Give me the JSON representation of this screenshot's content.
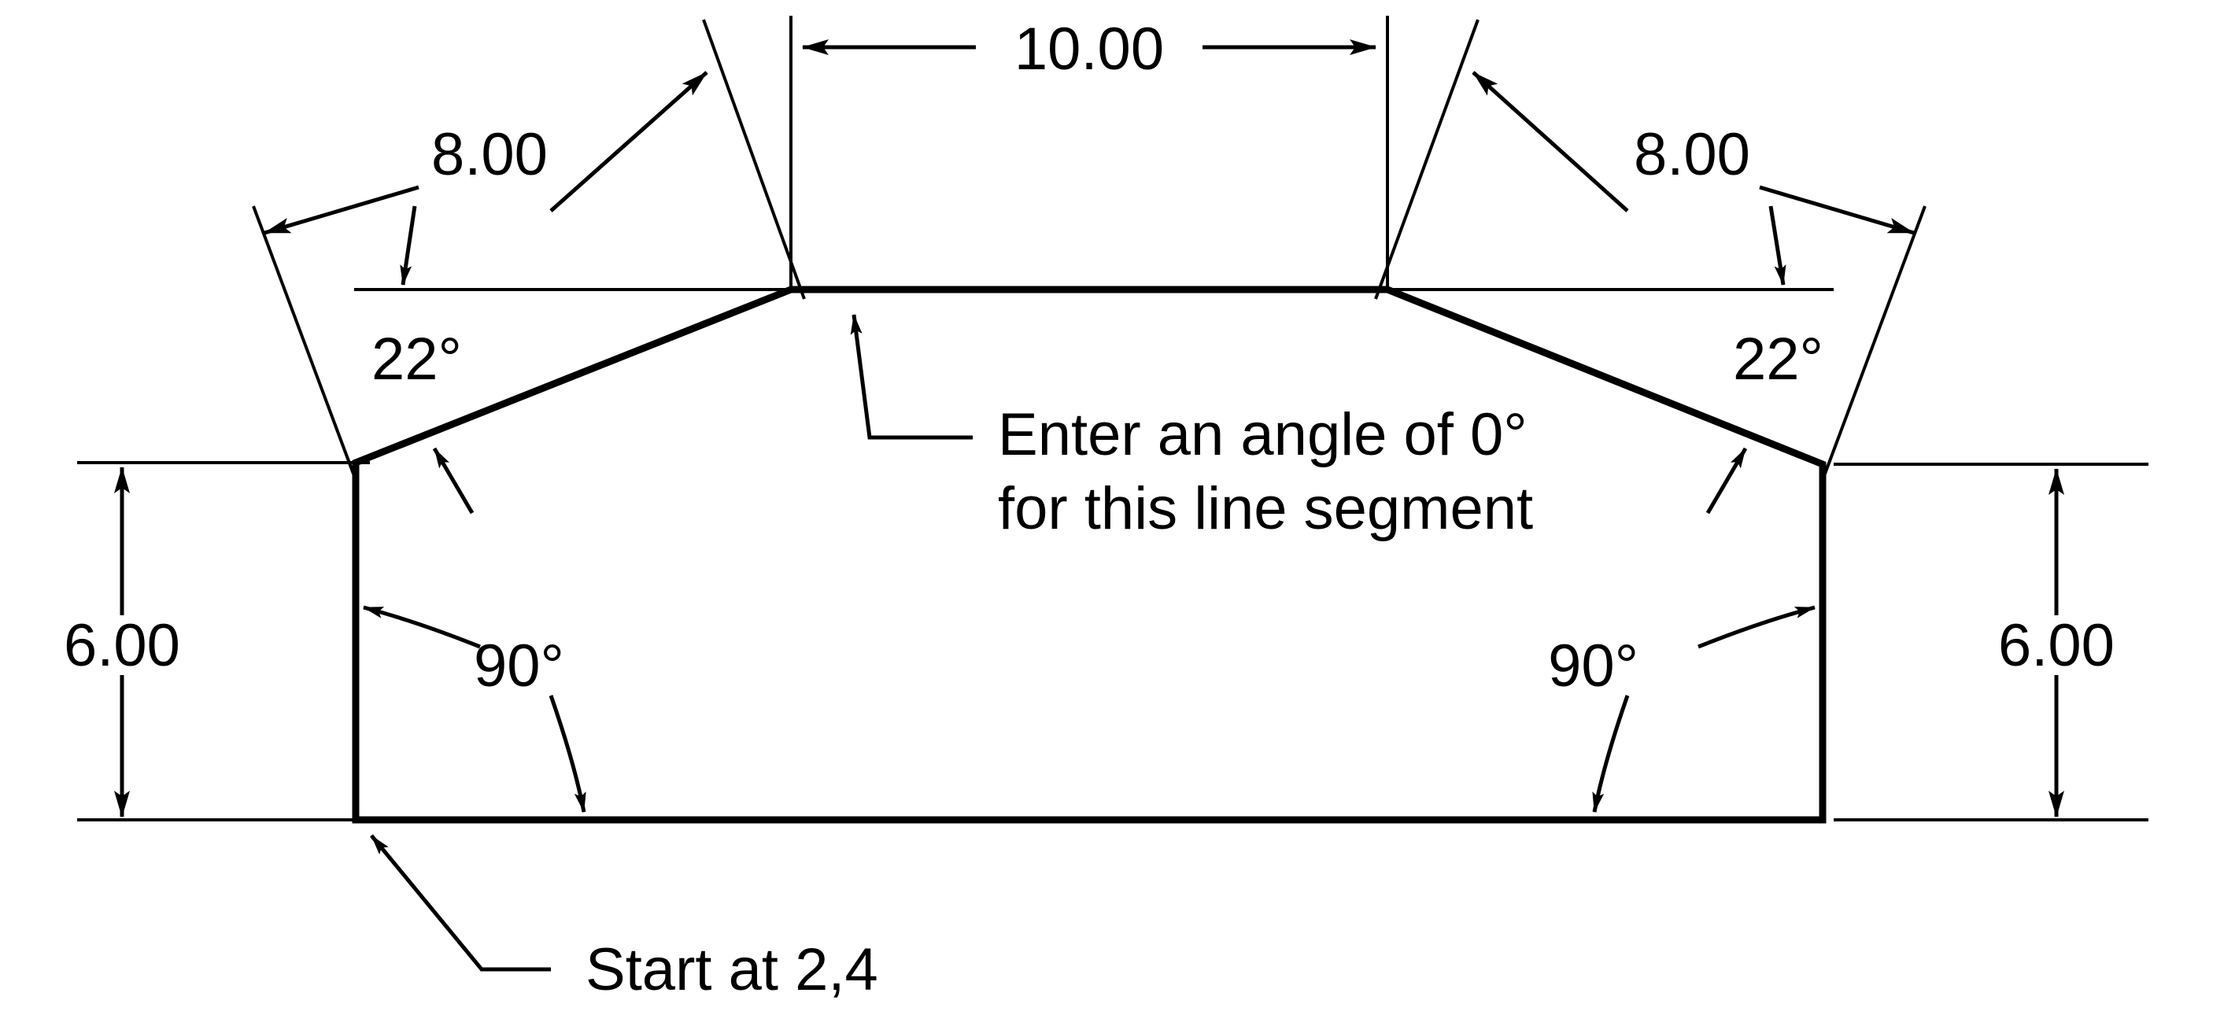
{
  "drawing": {
    "title": "Polygon profile with dimensions",
    "line_color": "#000000",
    "background_color": "#ffffff",
    "profile_stroke_width": 9,
    "annotation_stroke_width": 4
  },
  "dimensions": {
    "top_width": "10.00",
    "left_slope": "8.00",
    "right_slope": "8.00",
    "left_height": "6.00",
    "right_height": "6.00"
  },
  "angles": {
    "left_slope_angle": "22°",
    "right_slope_angle": "22°",
    "left_corner_angle": "90°",
    "right_corner_angle": "90°"
  },
  "notes": {
    "segment_note_line1": "Enter an angle of 0°",
    "segment_note_line2": "for this line segment",
    "start_note": "Start at 2,4"
  },
  "chart_data": {
    "type": "diagram",
    "title": "Polygon profile with dimensions",
    "profile_vertices": [
      {
        "name": "start-bottom-left",
        "x": 2,
        "y": 4
      },
      {
        "name": "upper-left",
        "x": 2,
        "y": 10
      },
      {
        "name": "top-left-apex",
        "x": 9.42,
        "y": 13
      },
      {
        "name": "top-right-apex",
        "x": 19.42,
        "y": 13
      },
      {
        "name": "upper-right",
        "x": 26.84,
        "y": 10
      },
      {
        "name": "bottom-right",
        "x": 26.84,
        "y": 4
      }
    ],
    "segments": [
      {
        "from": "start-bottom-left",
        "to": "upper-left",
        "length": "6.00",
        "angle": "90°"
      },
      {
        "from": "upper-left",
        "to": "top-left-apex",
        "length": "8.00",
        "angle": "22°"
      },
      {
        "from": "top-left-apex",
        "to": "top-right-apex",
        "length": "10.00",
        "angle": "0°"
      },
      {
        "from": "top-right-apex",
        "to": "upper-right",
        "length": "8.00",
        "angle": "-22°"
      },
      {
        "from": "upper-right",
        "to": "bottom-right",
        "length": "6.00",
        "angle": "90°"
      }
    ],
    "labels": [
      "10.00",
      "8.00",
      "8.00",
      "6.00",
      "6.00",
      "22°",
      "22°",
      "90°",
      "90°"
    ],
    "annotations": [
      "Enter an angle of 0° for this line segment",
      "Start at 2,4"
    ]
  }
}
